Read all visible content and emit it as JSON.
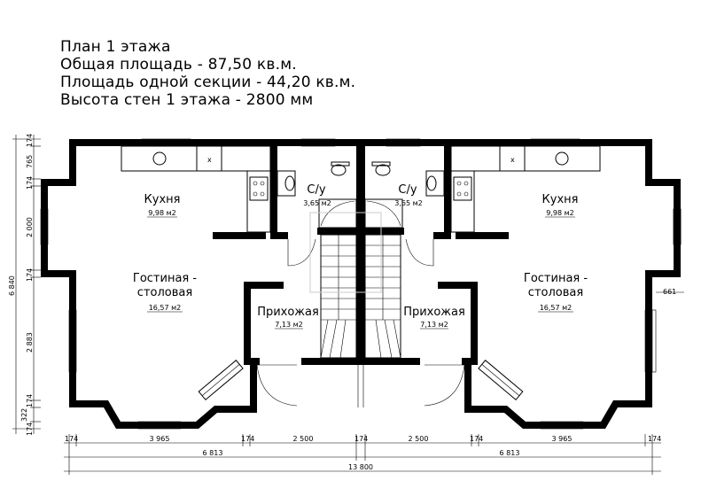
{
  "header": {
    "line1": "План 1 этажа",
    "line2": "Общая площадь - 87,50 кв.м.",
    "line3": "Площадь одной секции - 44,20 кв.м.",
    "line4": "Высота стен 1 этажа - 2800 мм"
  },
  "rooms": {
    "kitchen_left": {
      "name": "Кухня",
      "area": "9,98 м2"
    },
    "kitchen_right": {
      "name": "Кухня",
      "area": "9,98 м2"
    },
    "bath_left": {
      "name": "С/у",
      "area": "3,65 м2"
    },
    "bath_right": {
      "name": "С/у",
      "area": "3,65 м2"
    },
    "living_left": {
      "name1": "Гостиная -",
      "name2": "столовая",
      "area": "16,57 м2"
    },
    "living_right": {
      "name1": "Гостиная -",
      "name2": "столовая",
      "area": "16,57 м2"
    },
    "hall_left": {
      "name": "Прихожая",
      "area": "7,13 м2"
    },
    "hall_right": {
      "name": "Прихожая",
      "area": "7,13 м2"
    }
  },
  "dimensions": {
    "bottom_row1": [
      "174",
      "3 965",
      "174",
      "2 500",
      "174",
      "2 500",
      "174",
      "3 965",
      "174"
    ],
    "bottom_row2": [
      "6 813",
      "6 813"
    ],
    "bottom_total": "13 800",
    "left_row1": [
      "174",
      "765",
      "174",
      "2 000",
      "174",
      "2 883",
      "174",
      "322",
      "174"
    ],
    "left_total": "6 840",
    "right_bay": "661"
  },
  "sink_mark": "x"
}
